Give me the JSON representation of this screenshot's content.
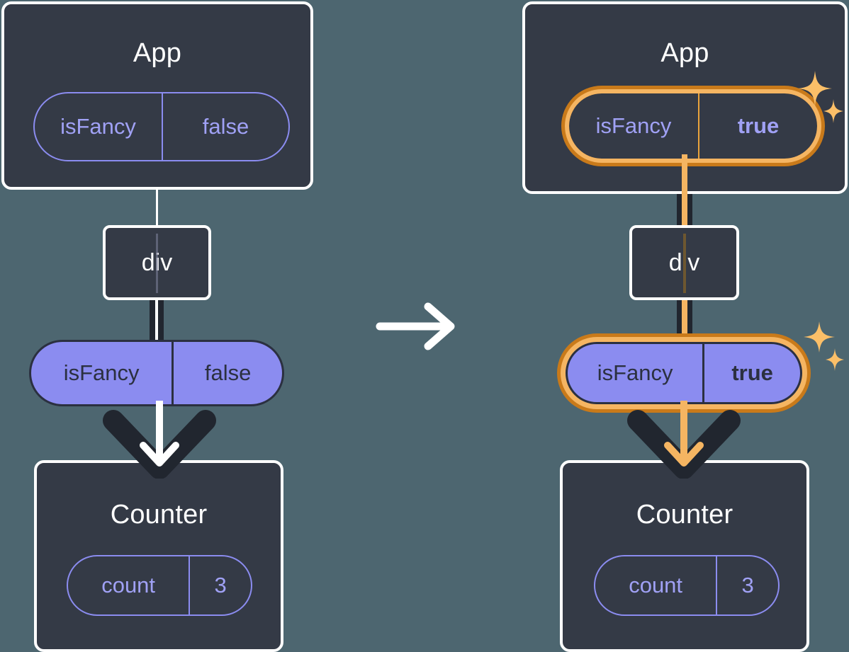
{
  "background_color": "#4d6670",
  "palette": {
    "box_fill": "#343a46",
    "box_border": "#ffffff",
    "pill_purple": "#8b8cf0",
    "pill_outline": "#8b8cf0",
    "text_purple": "#a0a1f5",
    "text_dark": "#2b3040",
    "highlight_outer": "#c97a1a",
    "highlight_inner": "#f5b562",
    "connector_dark": "#21262f",
    "connector_white": "#ffffff",
    "sparkle": "#fbbf68"
  },
  "transition": {
    "icon": "arrow-right-icon",
    "color": "#ffffff"
  },
  "before": {
    "label": "before-state",
    "app_box": {
      "title": "App",
      "prop": {
        "name": "isFancy",
        "value": "false",
        "highlighted": false,
        "value_bold": false
      }
    },
    "div_node": {
      "label": "div"
    },
    "props_pill": {
      "name": "isFancy",
      "value": "false",
      "highlighted": false,
      "value_bold": false
    },
    "counter_box": {
      "title": "Counter",
      "state": {
        "name": "count",
        "value": "3",
        "highlighted": false,
        "value_bold": false
      }
    },
    "arrow_color": "#ffffff",
    "sparkles": false
  },
  "after": {
    "label": "after-state",
    "app_box": {
      "title": "App",
      "prop": {
        "name": "isFancy",
        "value": "true",
        "highlighted": true,
        "value_bold": true
      }
    },
    "div_node": {
      "label": "div"
    },
    "props_pill": {
      "name": "isFancy",
      "value": "true",
      "highlighted": true,
      "value_bold": true
    },
    "counter_box": {
      "title": "Counter",
      "state": {
        "name": "count",
        "value": "3",
        "highlighted": false,
        "value_bold": false
      }
    },
    "arrow_color": "#f5b562",
    "sparkles": true,
    "sparkle_icons": [
      "sparkle-star-large-icon",
      "sparkle-star-small-icon"
    ]
  }
}
